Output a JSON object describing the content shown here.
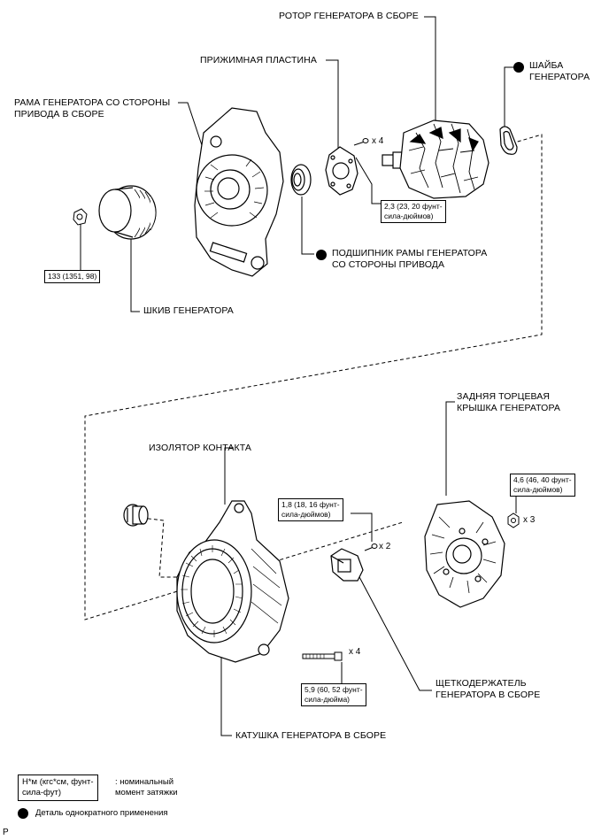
{
  "labels": {
    "rotor": "РОТОР ГЕНЕРАТОРА В СБОРЕ",
    "retainer_plate": "ПРИЖИМНАЯ ПЛАСТИНА",
    "drive_end_frame": "РАМА ГЕНЕРАТОРА СО СТОРОНЫ\nПРИВОДА В СБОРЕ",
    "washer": "ШАЙБА\nГЕНЕРАТОРА",
    "bearing": "ПОДШИПНИК РАМЫ ГЕНЕРАТОРА\nСО СТОРОНЫ ПРИВОДА",
    "pulley": "ШКИВ ГЕНЕРАТОРА",
    "rear_cover": "ЗАДНЯЯ ТОРЦЕВАЯ\nКРЫШКА ГЕНЕРАТОРА",
    "terminal_insulator": "ИЗОЛЯТОР КОНТАКТА",
    "brush_holder": "ЩЕТКОДЕРЖАТЕЛЬ\nГЕНЕРАТОРА В СБОРЕ",
    "coil": "КАТУШКА ГЕНЕРАТОРА В СБОРЕ"
  },
  "torques": {
    "plate_screws": "2,3 (23, 20 фунт-\nсила-дюймов)",
    "pulley_nut": "133 (1351, 98)",
    "brush_screws": "1,8 (18, 16 фунт-\nсила-дюймов)",
    "cover_nuts": "4,6 (46, 40 фунт-\nсила-дюймов)",
    "coil_bolts": "5,9 (60, 52 фунт-\nсила-дюйма)"
  },
  "quantities": {
    "plate_screws": "x 4",
    "brush_screws": "x 2",
    "cover_nuts": "x 3",
    "coil_bolts": "x 4"
  },
  "legend": {
    "unit_box": "Н*м (кгс*см, фунт-\nсила-фут)",
    "unit_desc": ": номинальный\nмомент затяжки",
    "one_time": "Деталь однократного применения"
  },
  "corner_mark": "P",
  "icons": [
    "one-time-use-dot-icon"
  ],
  "colors": {
    "line": "#000000",
    "background": "#ffffff"
  }
}
